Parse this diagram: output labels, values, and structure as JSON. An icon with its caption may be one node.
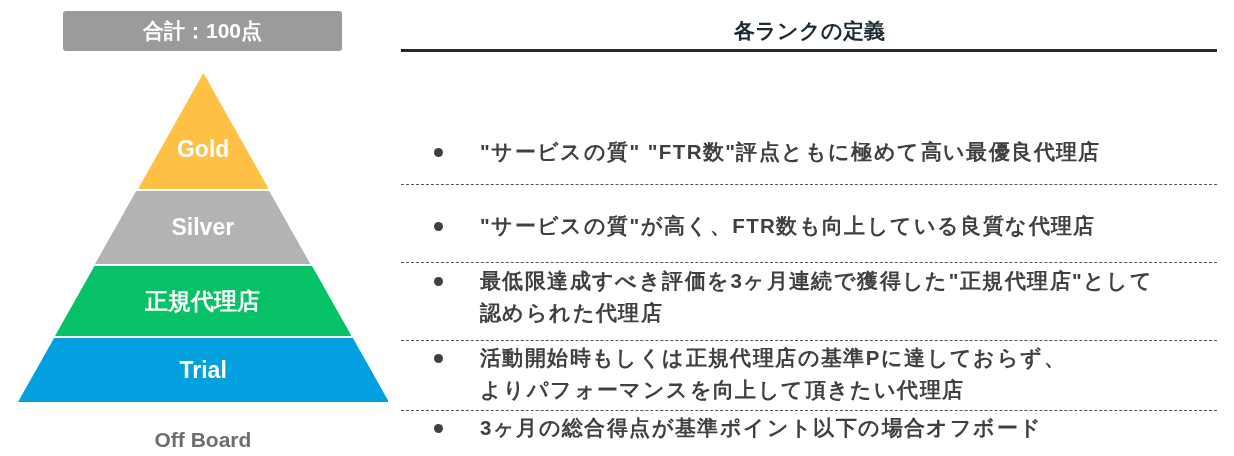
{
  "diagram": {
    "nodes": [
      {
        "text": [
          "合計：100点"
        ]
      },
      {
        "text": [
          "Gold"
        ]
      },
      {
        "text": [
          "Silver"
        ]
      },
      {
        "text": [
          "正規代理店"
        ]
      },
      {
        "text": [
          "Trial"
        ]
      }
    ],
    "labels": [
      "各ランクの定義",
      "\"サービスの質\" \"FTR数\"評点ともに極めて高い最優良代理店",
      "\"サービスの質\"が高く、FTR数も向上している良質な代理店",
      "最低限達成すべき評価を3ヶ月連続で獲得した\"正規代理店\"として認められた代理店",
      "活動開始時もしくは正規代理店の基準Pに達しておらず、よりパフォーマンスを向上して頂きたい代理店",
      "Off Board",
      "3ヶ月の総合得点が基準ポイント以下の場合オフボード"
    ]
  }
}
